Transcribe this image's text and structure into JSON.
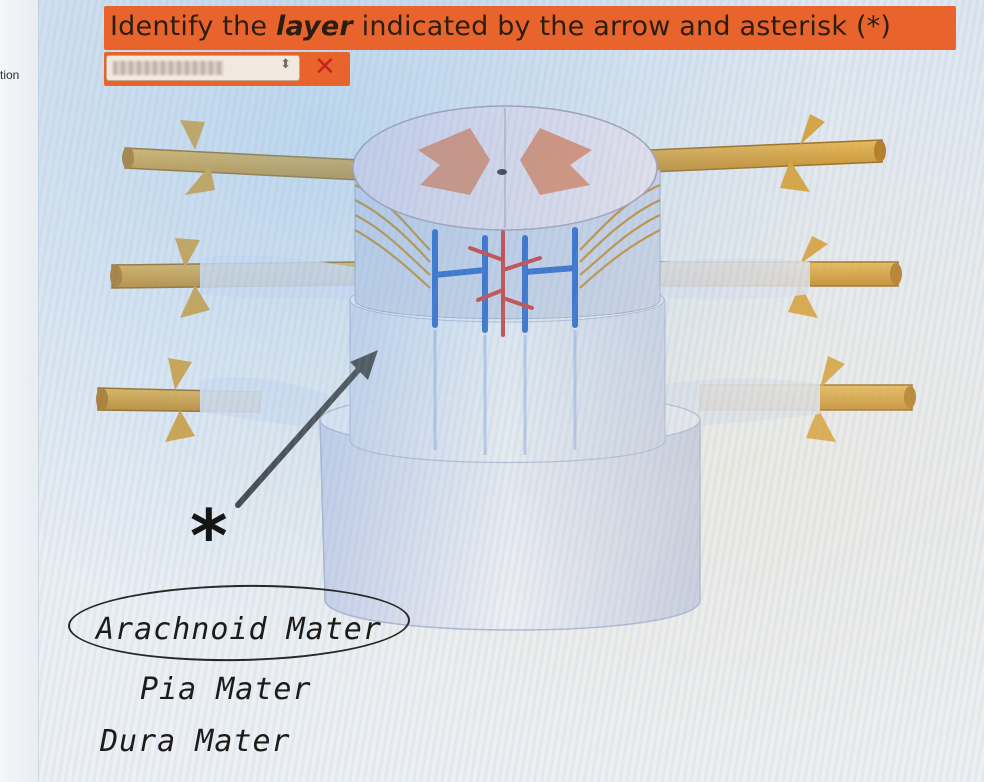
{
  "sidebar": {
    "label": "tion"
  },
  "question": {
    "before": "Identify the ",
    "keyword": "layer",
    "after": " indicated by the arrow and asterisk (*)"
  },
  "answer": {
    "selected_value": "",
    "remove_symbol": "✕"
  },
  "figure": {
    "asterisk": "*"
  },
  "handwritten_choices": [
    "Arachnoid Mater",
    "Pia Mater",
    "Dura Mater"
  ],
  "colors": {
    "question_bar": "#e8642c",
    "remove_icon": "#c8231d",
    "nerve": "#d9a23b",
    "vein": "#1f5fc9",
    "artery": "#d22d2a",
    "meninges": "#d6def2"
  }
}
